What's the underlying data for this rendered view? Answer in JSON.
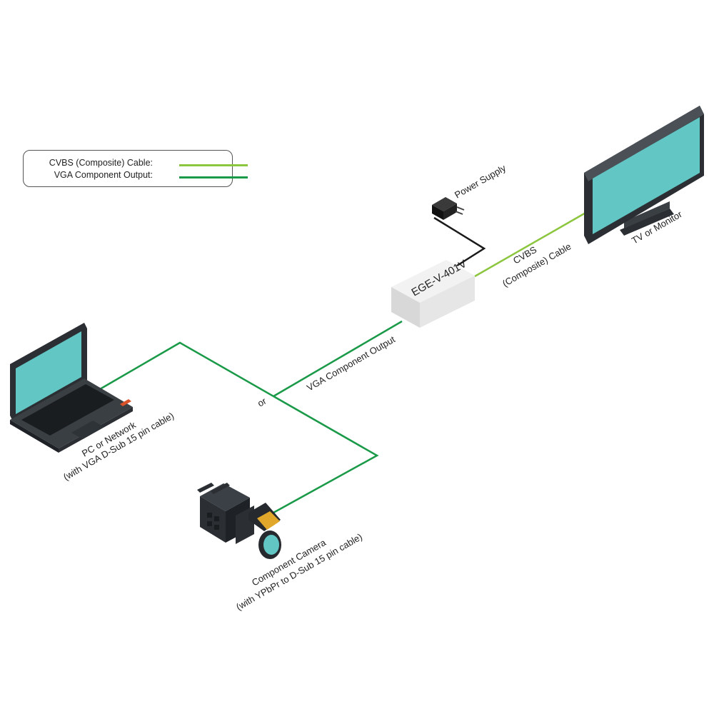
{
  "legend": {
    "cvbs_label": "CVBS (Composite) Cable:",
    "vga_label": "VGA Component Output:"
  },
  "colors": {
    "cvbs": "#8cc63f",
    "vga": "#1a9a48",
    "power": "#1a1a1a",
    "screen": "#62c6c4",
    "device_body": "#e6e6e6"
  },
  "labels": {
    "power_supply": "Power Supply",
    "device": "EGE-V-401V",
    "cvbs_cable_1": "CVBS",
    "cvbs_cable_2": "(Composite) Cable",
    "tv": "TV or Monitor",
    "vga_output": "VGA Component Output",
    "or": "or",
    "pc_1": "PC or Network",
    "pc_2": "(with VGA D-Sub 15 pin cable)",
    "camera_1": "Component Camera",
    "camera_2": "(with YPbPr to D-Sub 15 pin cable)"
  },
  "icons": [
    "laptop-icon",
    "camera-icon",
    "tv-icon",
    "power-supply-icon",
    "converter-box-icon"
  ]
}
